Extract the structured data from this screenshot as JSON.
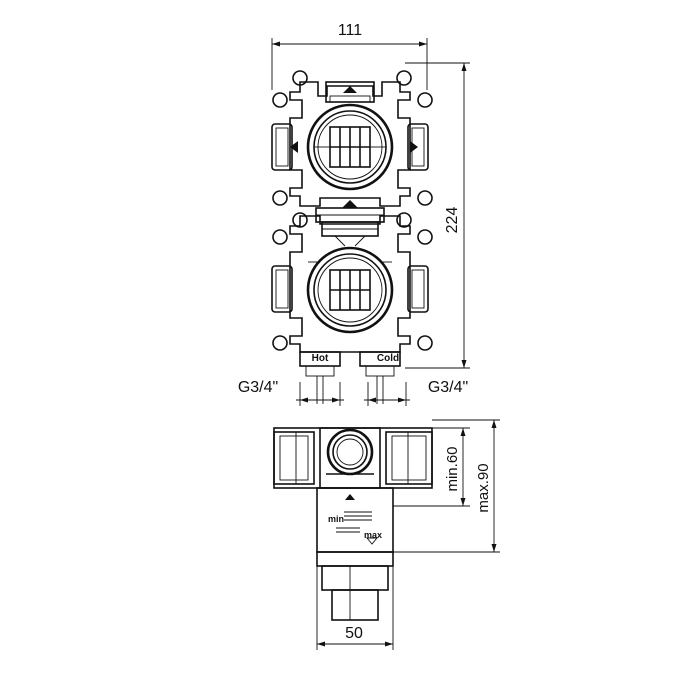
{
  "dimensions": {
    "width_top": "111",
    "height_right": "224",
    "thread_left": "G3/4\"",
    "thread_right": "G3/4\"",
    "min_depth": "min.60",
    "max_depth": "max.90",
    "width_bottom": "50"
  },
  "labels": {
    "hot": "Hot",
    "cold": "Cold",
    "install_min": "min",
    "install_max": "max"
  }
}
